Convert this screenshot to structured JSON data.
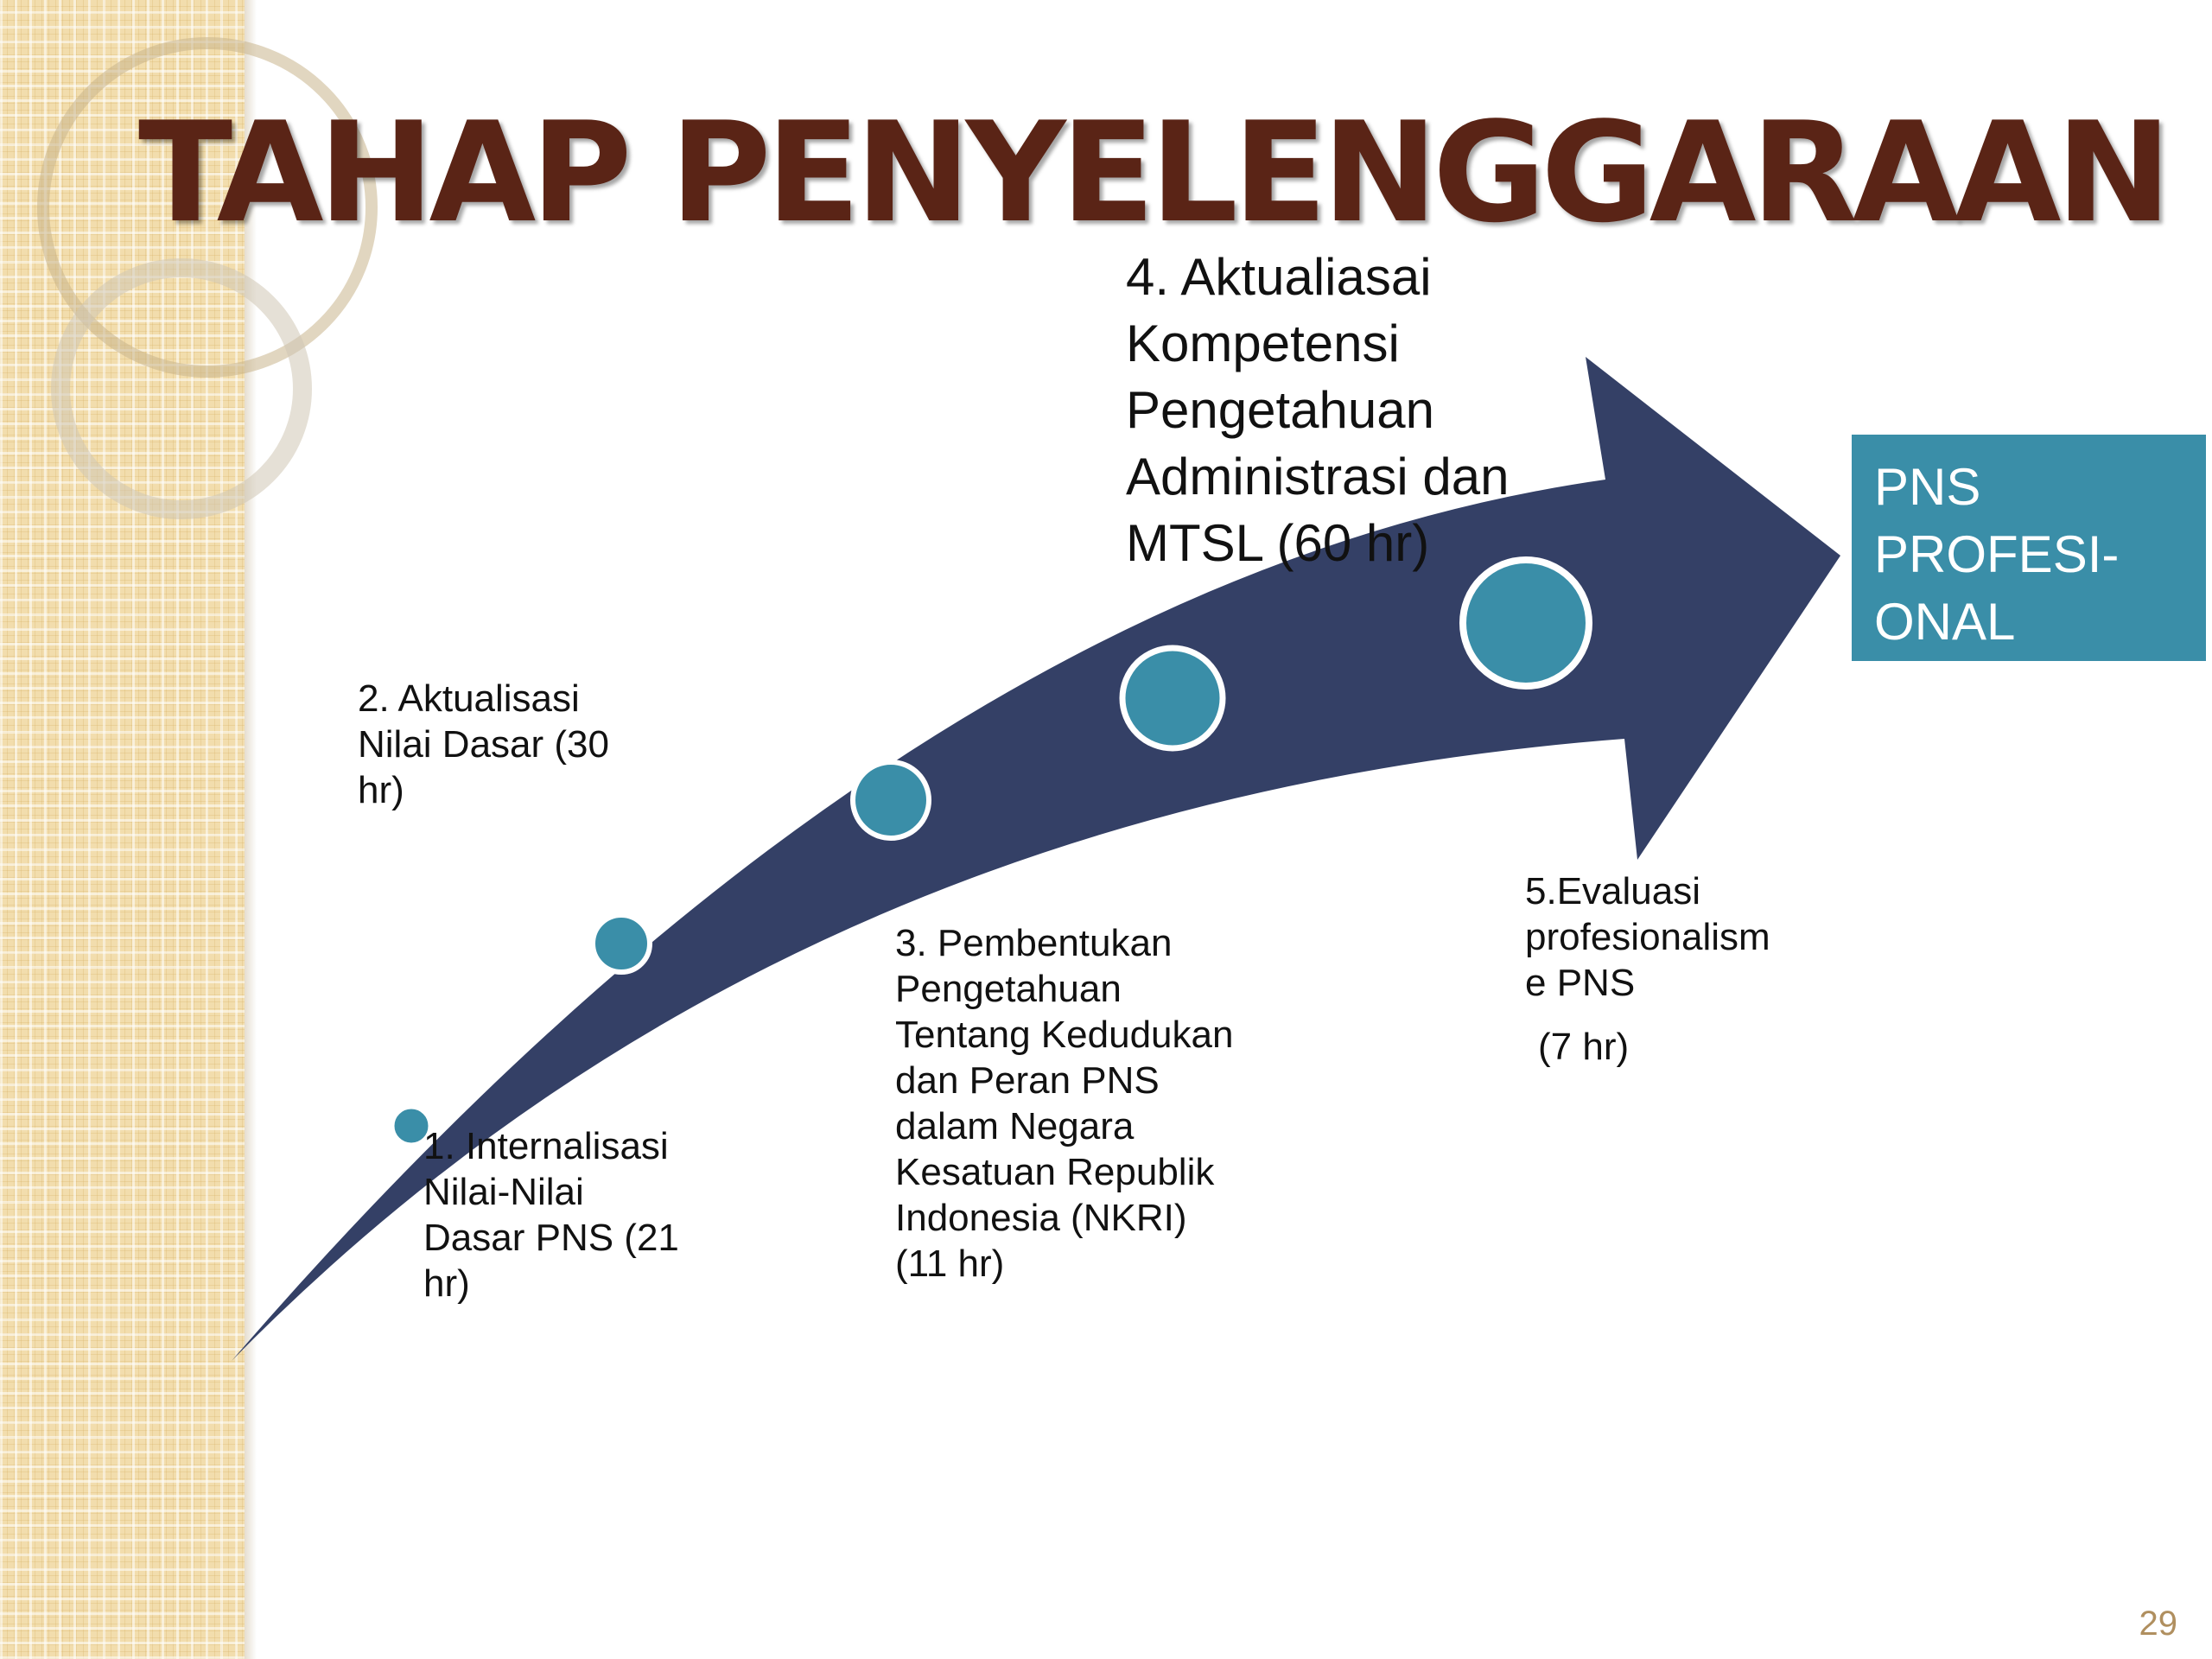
{
  "title": "TAHAP PENYELENGGARAAN",
  "stages": [
    {
      "label": "1. Internalisasi\nNilai-Nilai\nDasar PNS  (21\nhr)"
    },
    {
      "label": "2. Aktualisasi\nNilai Dasar (30\nhr)"
    },
    {
      "label": "3. Pembentukan\nPengetahuan\nTentang Kedudukan\ndan Peran PNS\ndalam Negara\nKesatuan Republik\nIndonesia (NKRI)\n(11 hr)"
    },
    {
      "label": "4. Aktualiasai\nKompetensi\nPengetahuan\nAdministrasi dan\nMTSL (60 hr)"
    },
    {
      "label": "5.Evaluasi\nprofesionalism\ne PNS",
      "duration": "(7 hr)"
    }
  ],
  "result": {
    "label": "PNS\nPROFESI-\nONAL"
  },
  "page_number": "29",
  "colors": {
    "arrow": "#344066",
    "node": "#3a8ea8",
    "result_box": "#3a8ea8",
    "title": "#5a2416",
    "side_panel": "#f2ddad"
  }
}
